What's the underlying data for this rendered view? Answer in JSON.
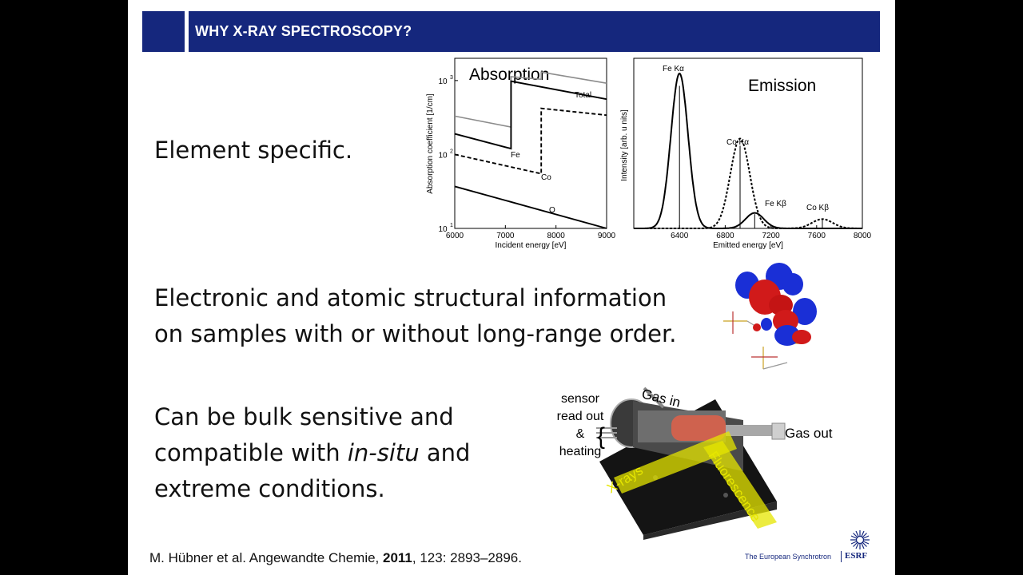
{
  "header": {
    "title": "WHY X-RAY SPECTROSCOPY?"
  },
  "points": {
    "p1": "Element specific.",
    "p2_line1": "Electronic and atomic structural information",
    "p2_line2": "on samples with or without long-range order.",
    "p3_line1": "Can be bulk sensitive and",
    "p3_line2_pre": "compatible with ",
    "p3_line2_italic": "in-situ",
    "p3_line2_post": " and",
    "p3_line3": "extreme conditions."
  },
  "citation": {
    "pre": "M. Hübner et al. Angewandte Chemie, ",
    "year": "2011",
    "post": ", 123: 2893–2896."
  },
  "footer": {
    "logo_text": "The European Synchrotron",
    "logo_abbr": "ESRF"
  },
  "colors": {
    "header_blue": "#15277d",
    "orbital_red": "#d11a1a",
    "orbital_blue": "#1a2fd6",
    "beam_yellow": "#e6e600"
  },
  "cell_diagram": {
    "label_sensor": "sensor",
    "label_readout": "read out",
    "label_amp": "&",
    "label_heating": "heating",
    "label_gas_in": "Gas in",
    "label_gas_out": "Gas out",
    "label_xrays": "X-rays",
    "label_fluorescence": "Fluorescence"
  },
  "chart_data": [
    {
      "type": "line",
      "title": "Absorption",
      "xlabel": "Incident energy [eV]",
      "ylabel": "Absorption coefficient [1/cm]",
      "xlim": [
        6000,
        9000
      ],
      "ylim": [
        10,
        2000
      ],
      "yscale": "log",
      "xticks": [
        "6000",
        "7000",
        "8000",
        "9000"
      ],
      "yticks": [
        "10",
        "10",
        "10"
      ],
      "ytick_exponents": [
        "1",
        "2",
        "3"
      ],
      "series": [
        {
          "name": "Total",
          "style": "gray solid",
          "x": [
            6000,
            7112,
            7112,
            7709,
            7709,
            9000
          ],
          "y": [
            330,
            235,
            1130,
            1040,
            1300,
            920
          ]
        },
        {
          "name": "Fe",
          "style": "black solid",
          "x": [
            6000,
            7112,
            7112,
            9000
          ],
          "y": [
            190,
            120,
            980,
            560
          ]
        },
        {
          "name": "Co",
          "style": "black dashed",
          "x": [
            6000,
            7709,
            7709,
            9000
          ],
          "y": [
            100,
            55,
            420,
            340
          ]
        },
        {
          "name": "O",
          "style": "black solid",
          "x": [
            6000,
            9000
          ],
          "y": [
            37,
            10
          ]
        }
      ]
    },
    {
      "type": "line",
      "title": "Emission",
      "xlabel": "Emitted energy [eV]",
      "ylabel": "Intensity [arb. u nits]",
      "xlim": [
        6000,
        8000
      ],
      "xticks": [
        "6400",
        "6800",
        "7200",
        "7600",
        "8000"
      ],
      "annotations": [
        "Fe Kα",
        "Co Kα",
        "Fe Kβ",
        "Co Kβ"
      ],
      "series": [
        {
          "name": "Fe",
          "style": "black solid",
          "peaks": [
            {
              "center": 6400,
              "height": 1.0,
              "width": 75
            },
            {
              "center": 7058,
              "height": 0.1,
              "width": 80
            }
          ]
        },
        {
          "name": "Co",
          "style": "black dotted",
          "peaks": [
            {
              "center": 6930,
              "height": 0.58,
              "width": 85
            },
            {
              "center": 7650,
              "height": 0.06,
              "width": 90
            }
          ]
        }
      ]
    }
  ]
}
